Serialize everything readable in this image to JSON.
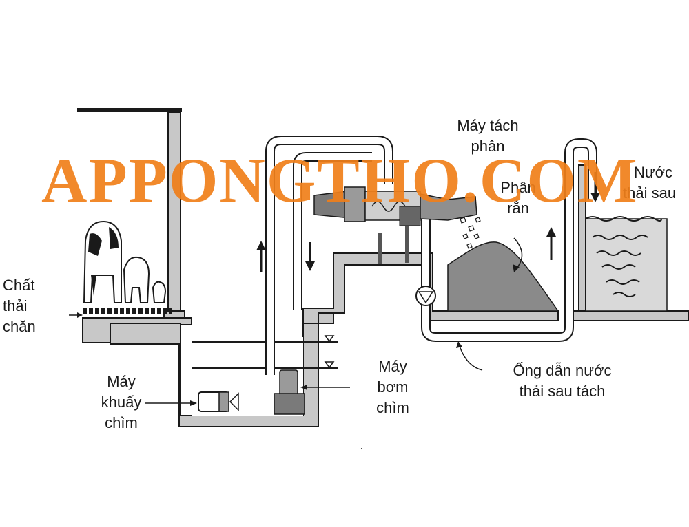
{
  "labels": {
    "bedding_line1": "Chất",
    "bedding_line2": "thải",
    "bedding_line3": "chăn",
    "mixer_line1": "Máy",
    "mixer_line2": "khuấy",
    "mixer_line3": "chìm",
    "pump_line1": "Máy",
    "pump_line2": "bơm",
    "pump_line3": "chìm",
    "separator_line1": "Máy tách",
    "separator_line2": "phân",
    "solid_line1": "Phân",
    "solid_line2": "rắn",
    "wastewater_line1": "Nước",
    "wastewater_line2": "thải sau",
    "pipe_line1": "Ống dẫn nước",
    "pipe_line2": "thải sau tách"
  },
  "watermark": "APPONGTHO.COM",
  "colors": {
    "wall_fill": "#c8c8c8",
    "line": "#1a1a1a",
    "solid_pile": "#8a8a8a",
    "watermark": "#f07f1a"
  },
  "icons": [
    "flow-arrow-up-icon",
    "flow-arrow-down-icon",
    "water-level-marker-icon",
    "pump-symbol-icon",
    "cow-icon"
  ]
}
